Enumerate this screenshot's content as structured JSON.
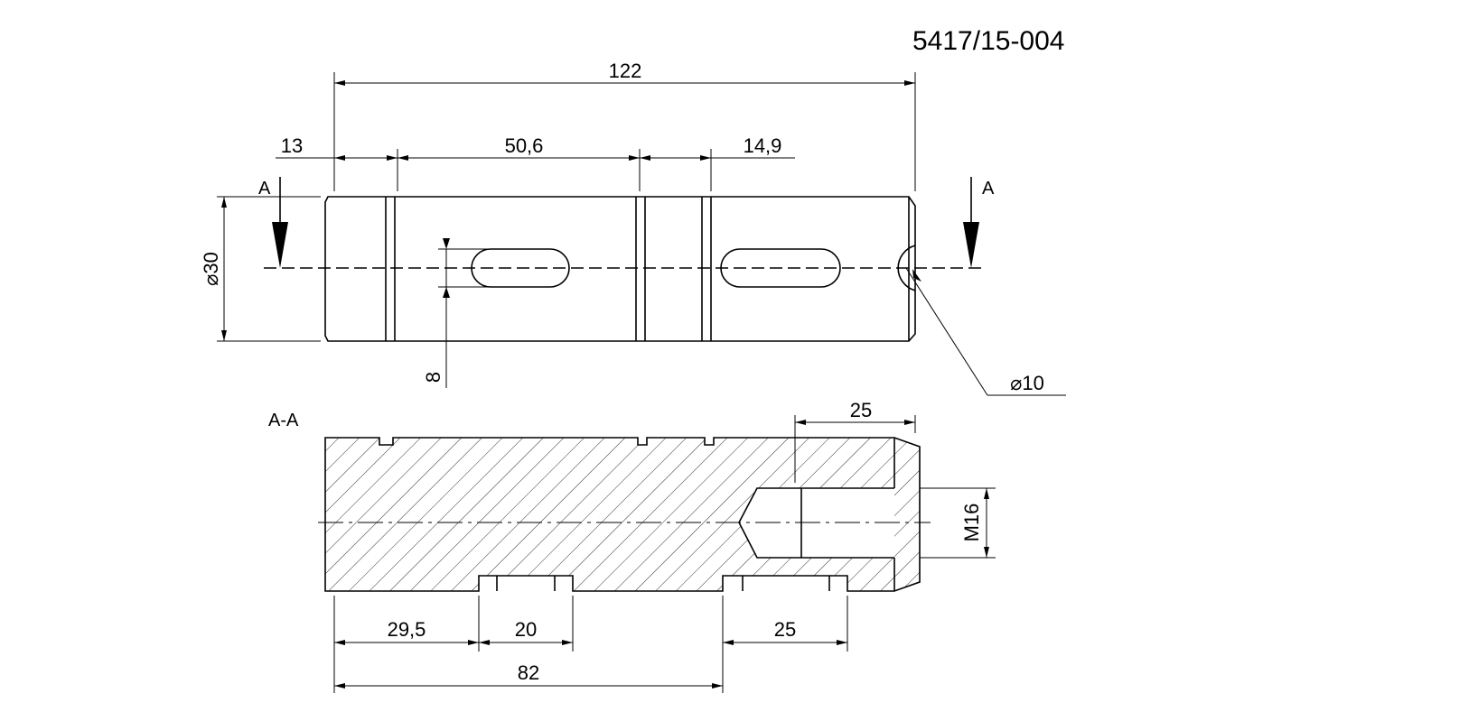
{
  "drawing": {
    "part_number": "5417/15-004",
    "section_marker": "A",
    "section_label": "A-A"
  },
  "dimensions": {
    "overall_length": "122",
    "groove1_pos": "13",
    "slot1_length": "50,6",
    "groove2_width": "14,9",
    "diameter": "⌀30",
    "slot_width": "8",
    "end_hole_diameter": "⌀10",
    "thread_depth": "25",
    "thread": "M16",
    "pocket1_pos": "29,5",
    "pocket1_length": "20",
    "pocket2_length": "25",
    "pocket2_pos": "82"
  },
  "colors": {
    "line": "#000000",
    "background": "#ffffff"
  }
}
